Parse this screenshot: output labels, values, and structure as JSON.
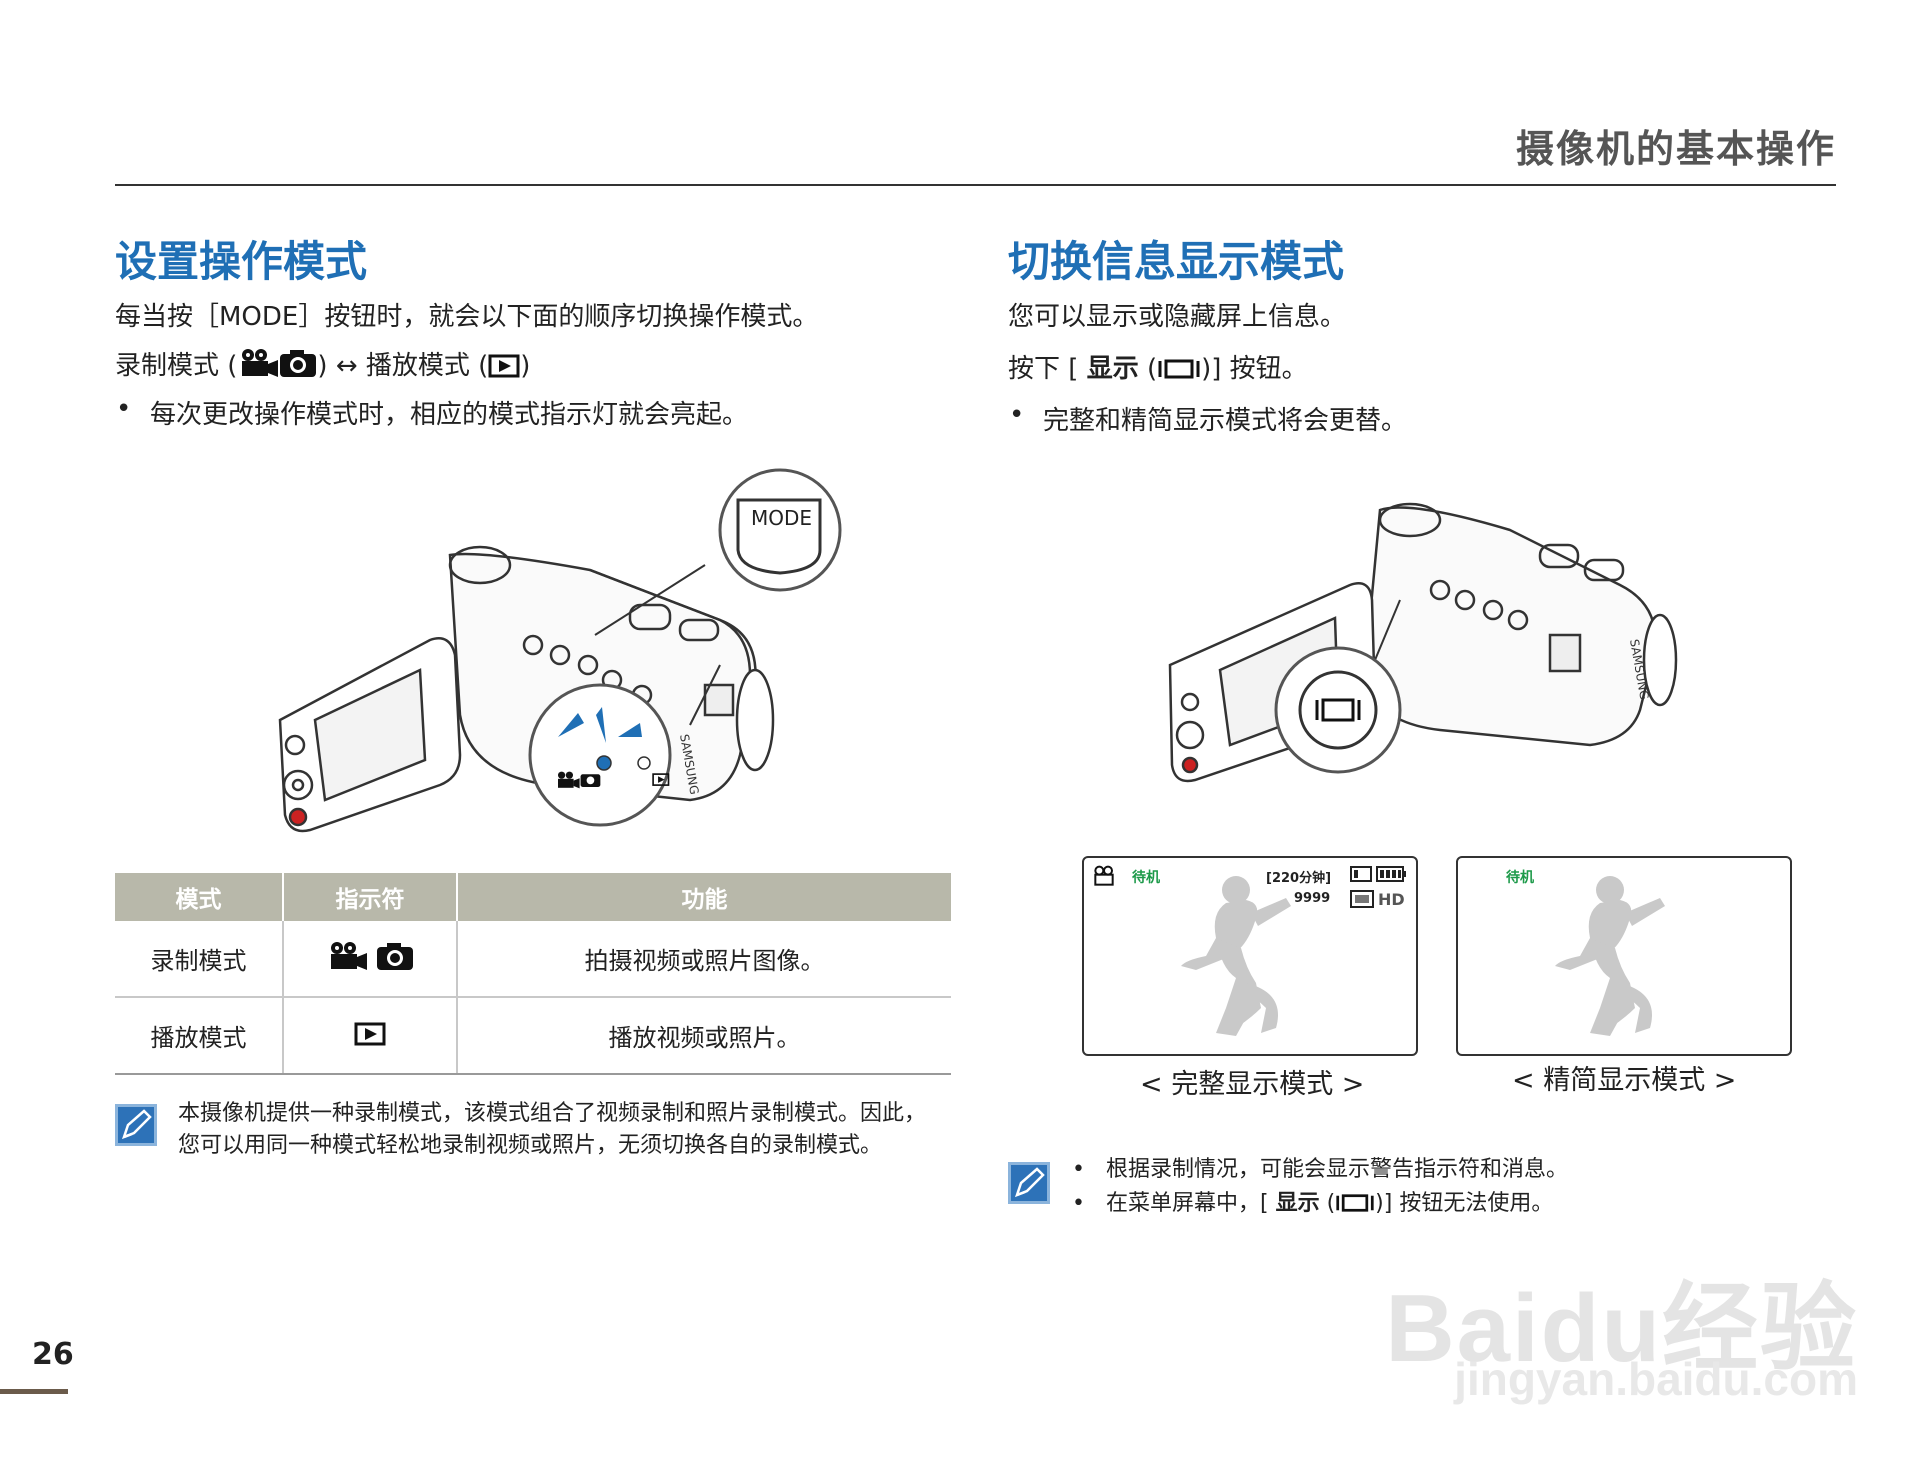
{
  "header": {
    "title": "摄像机的基本操作"
  },
  "left": {
    "title": "设置操作模式",
    "line1": "每当按［MODE］按钮时，就会以下面的顺序切换操作模式。",
    "line2_a": "录制模式 (",
    "line2_b": ")  ↔  播放模式 (",
    "line2_c": ")",
    "bullet1": "每次更改操作模式时，相应的模式指示灯就会亮起。",
    "mode_button_label": "MODE",
    "table": {
      "headers": [
        "模式",
        "指示符",
        "功能"
      ],
      "rows": [
        {
          "mode": "录制模式",
          "function": "拍摄视频或照片图像。"
        },
        {
          "mode": "播放模式",
          "function": "播放视频或照片。"
        }
      ]
    },
    "note": "本摄像机提供一种录制模式，该模式组合了视频录制和照片录制模式。因此，您可以用同一种模式轻松地录制视频或照片，无须切换各自的录制模式。"
  },
  "right": {
    "title": "切换信息显示模式",
    "line1": "您可以显示或隐藏屏上信息。",
    "line2_a": "按下 [ ",
    "line2_bold": "显示",
    "line2_b": " (",
    "line2_c": ")] 按钮。",
    "bullet1": "完整和精简显示模式将会更替。",
    "screen_full": {
      "status": "待机",
      "time": "[220分钟]",
      "count": "9999",
      "quality": "HD"
    },
    "screen_simple": {
      "status": "待机"
    },
    "caption_full": "< 完整显示模式 >",
    "caption_simple": "< 精简显示模式 >",
    "notes": [
      {
        "text": "根据录制情况，可能会显示警告指示符和消息。"
      },
      {
        "a": "在菜单屏幕中，[ ",
        "bold": "显示",
        "b": " (",
        "c": ")] 按钮无法使用。"
      }
    ]
  },
  "page_number": "26",
  "watermark": {
    "main": "Baidu经验",
    "url": "jingyan.baidu.com"
  },
  "colors": {
    "accent": "#1f6fb5",
    "table_header": "#b8b8aa",
    "osd_green": "#1d9a4a",
    "led_blue": "#1f6fb5"
  }
}
